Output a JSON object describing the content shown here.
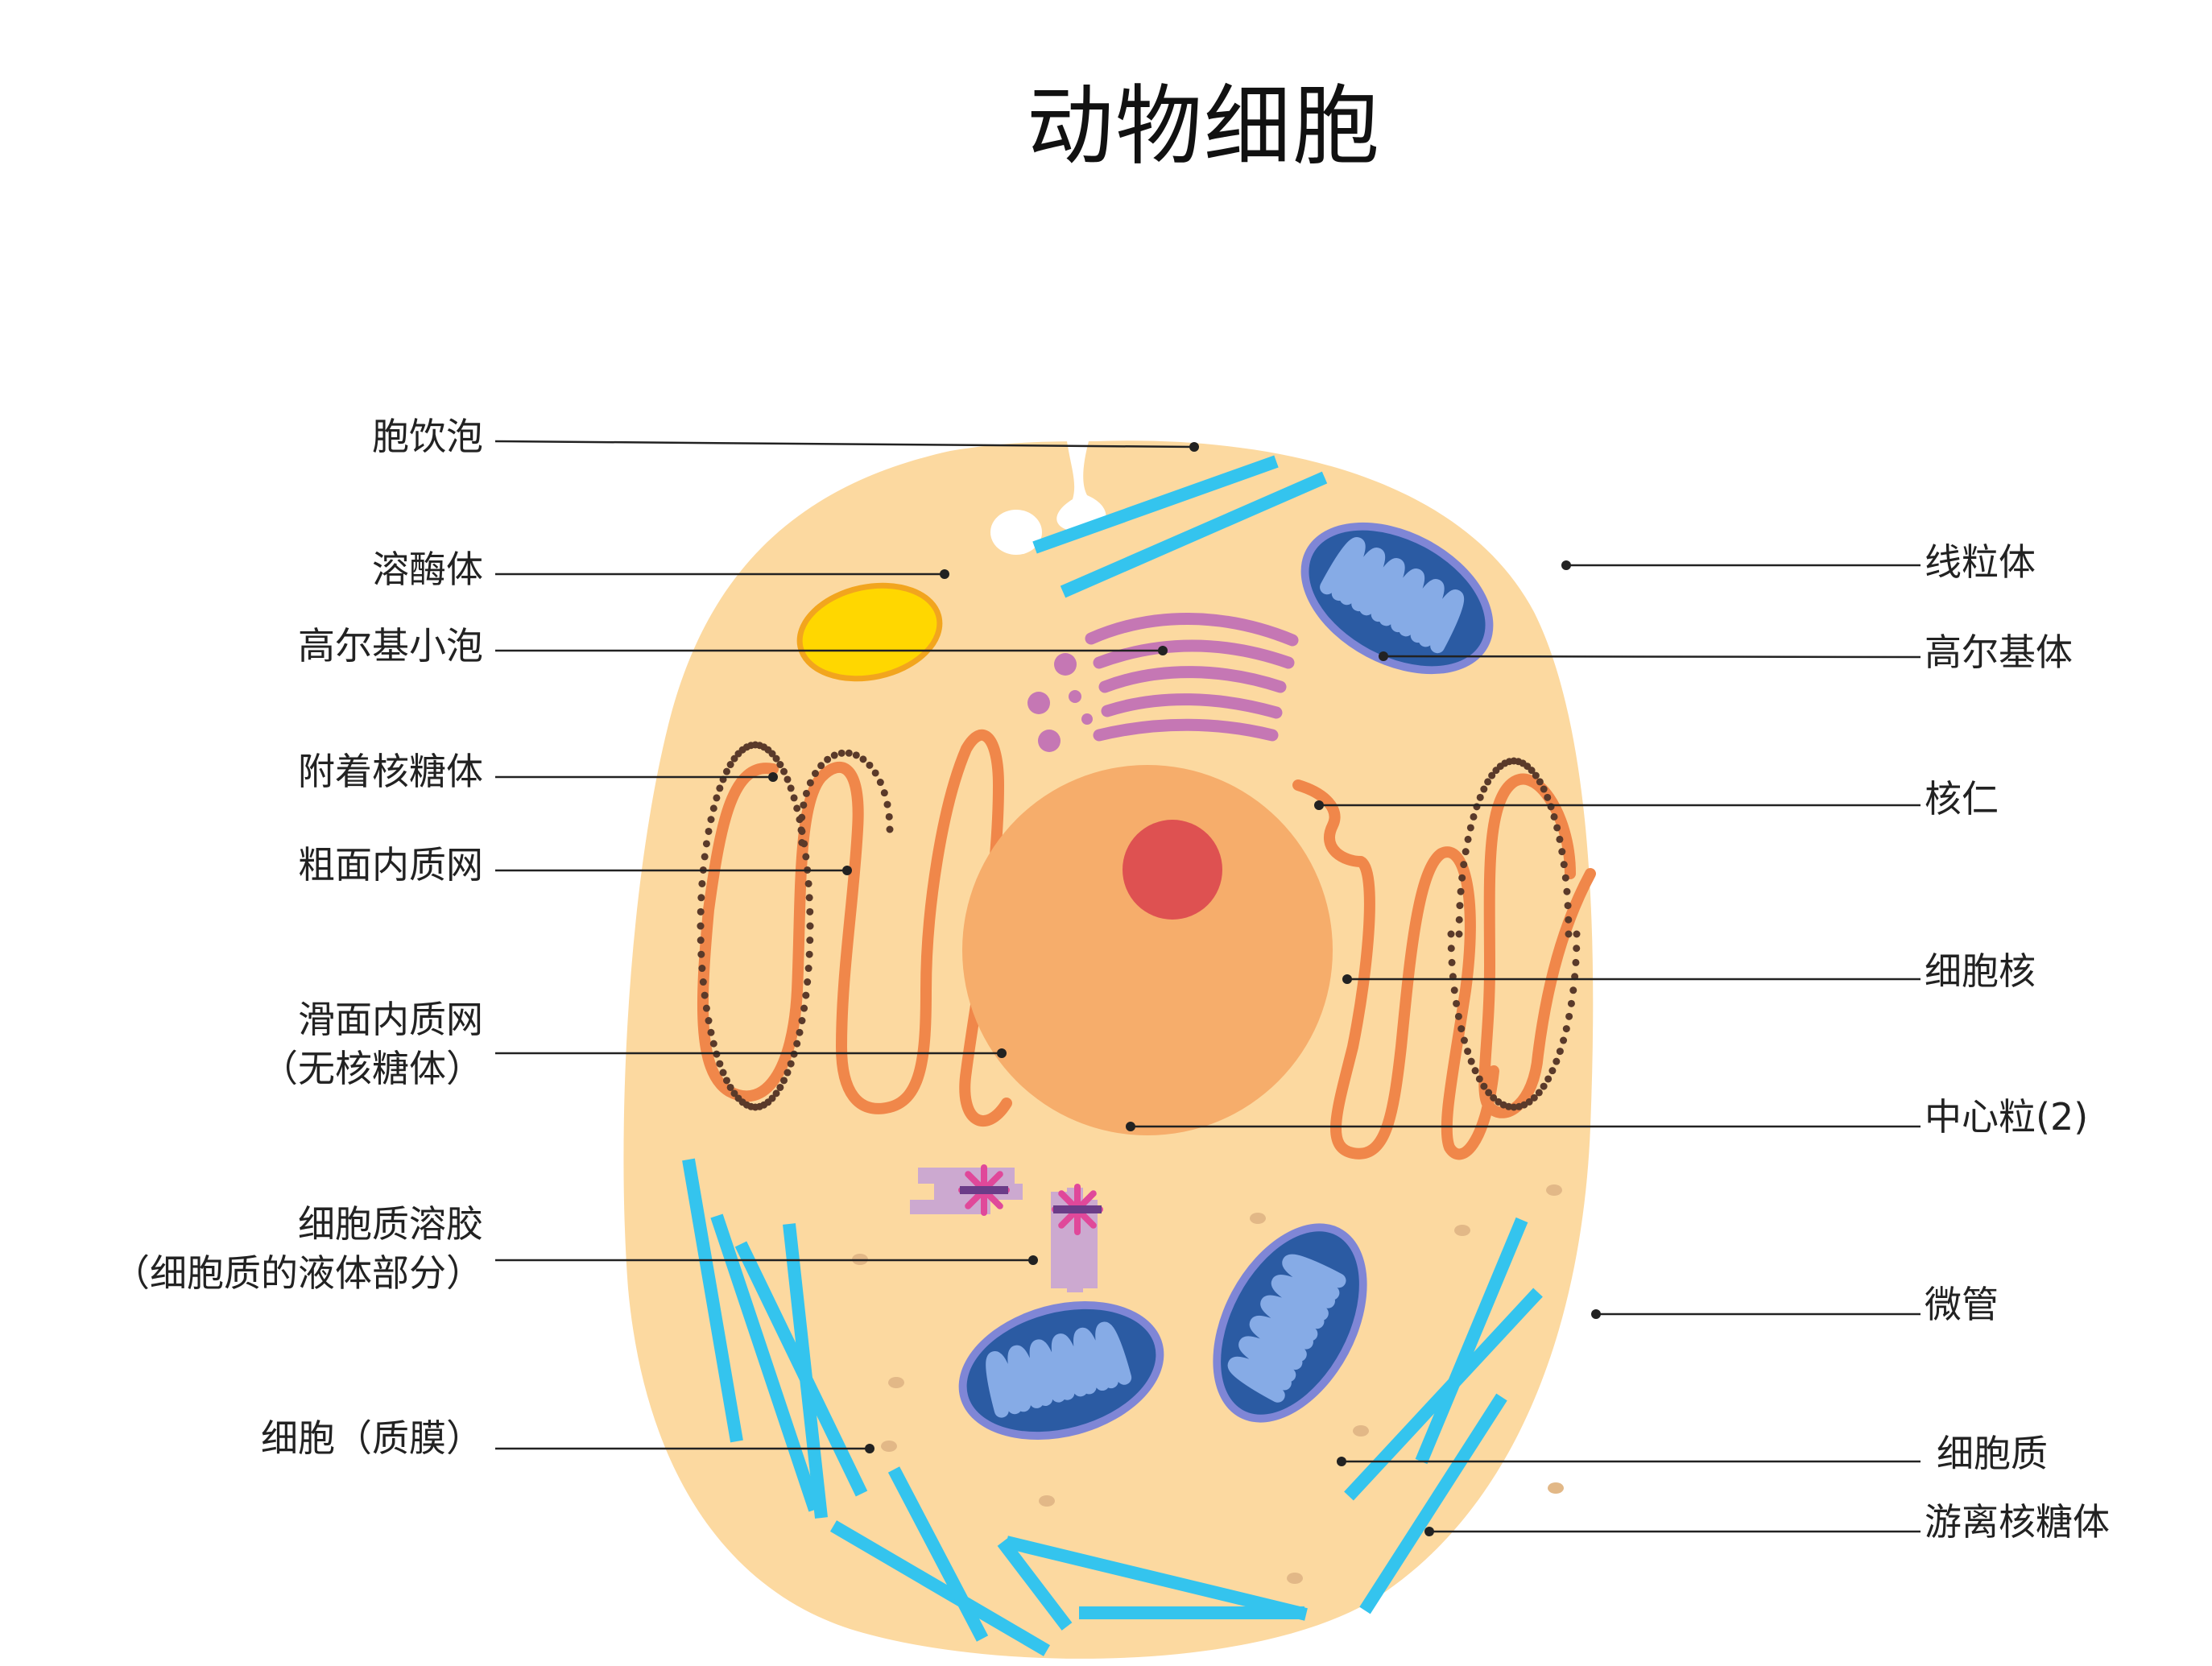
{
  "title": "动物细胞",
  "colors": {
    "cytoplasm": "#FCD9A0",
    "microtubule": "#34C4EE",
    "er": "#F0874A",
    "ribosome": "#5A3A2A",
    "nucleus": "#F6AD6B",
    "nucleolus": "#DE5151",
    "mitochondria_outer": "#7F86D6",
    "mitochondria_inner": "#2B5BA3",
    "mitochondria_cristae": "#86ABE6",
    "golgi": "#C577B4",
    "lysosome": "#FFD700",
    "leader": "#222222"
  },
  "labels": {
    "pinocytotic_vesicle": "胞饮泡",
    "lysosome": "溶酶体",
    "golgi_vesicle": "高尔基小泡",
    "attached_ribosome": "附着核糖体",
    "rough_er": "粗面内质网",
    "smooth_er_line1": "滑面内质网",
    "smooth_er_line2": "（无核糖体）",
    "cytosol_line1": "细胞质溶胶",
    "cytosol_line2": "（细胞质的液体部分）",
    "cell_membrane": "细胞（质膜）",
    "mitochondria": "线粒体",
    "golgi_body": "高尔基体",
    "nucleolus": "核仁",
    "nucleus": "细胞核",
    "centriole": "中心粒(2)",
    "microtubule": "微管",
    "cytoplasm": "细胞质",
    "free_ribosome": "游离核糖体"
  }
}
